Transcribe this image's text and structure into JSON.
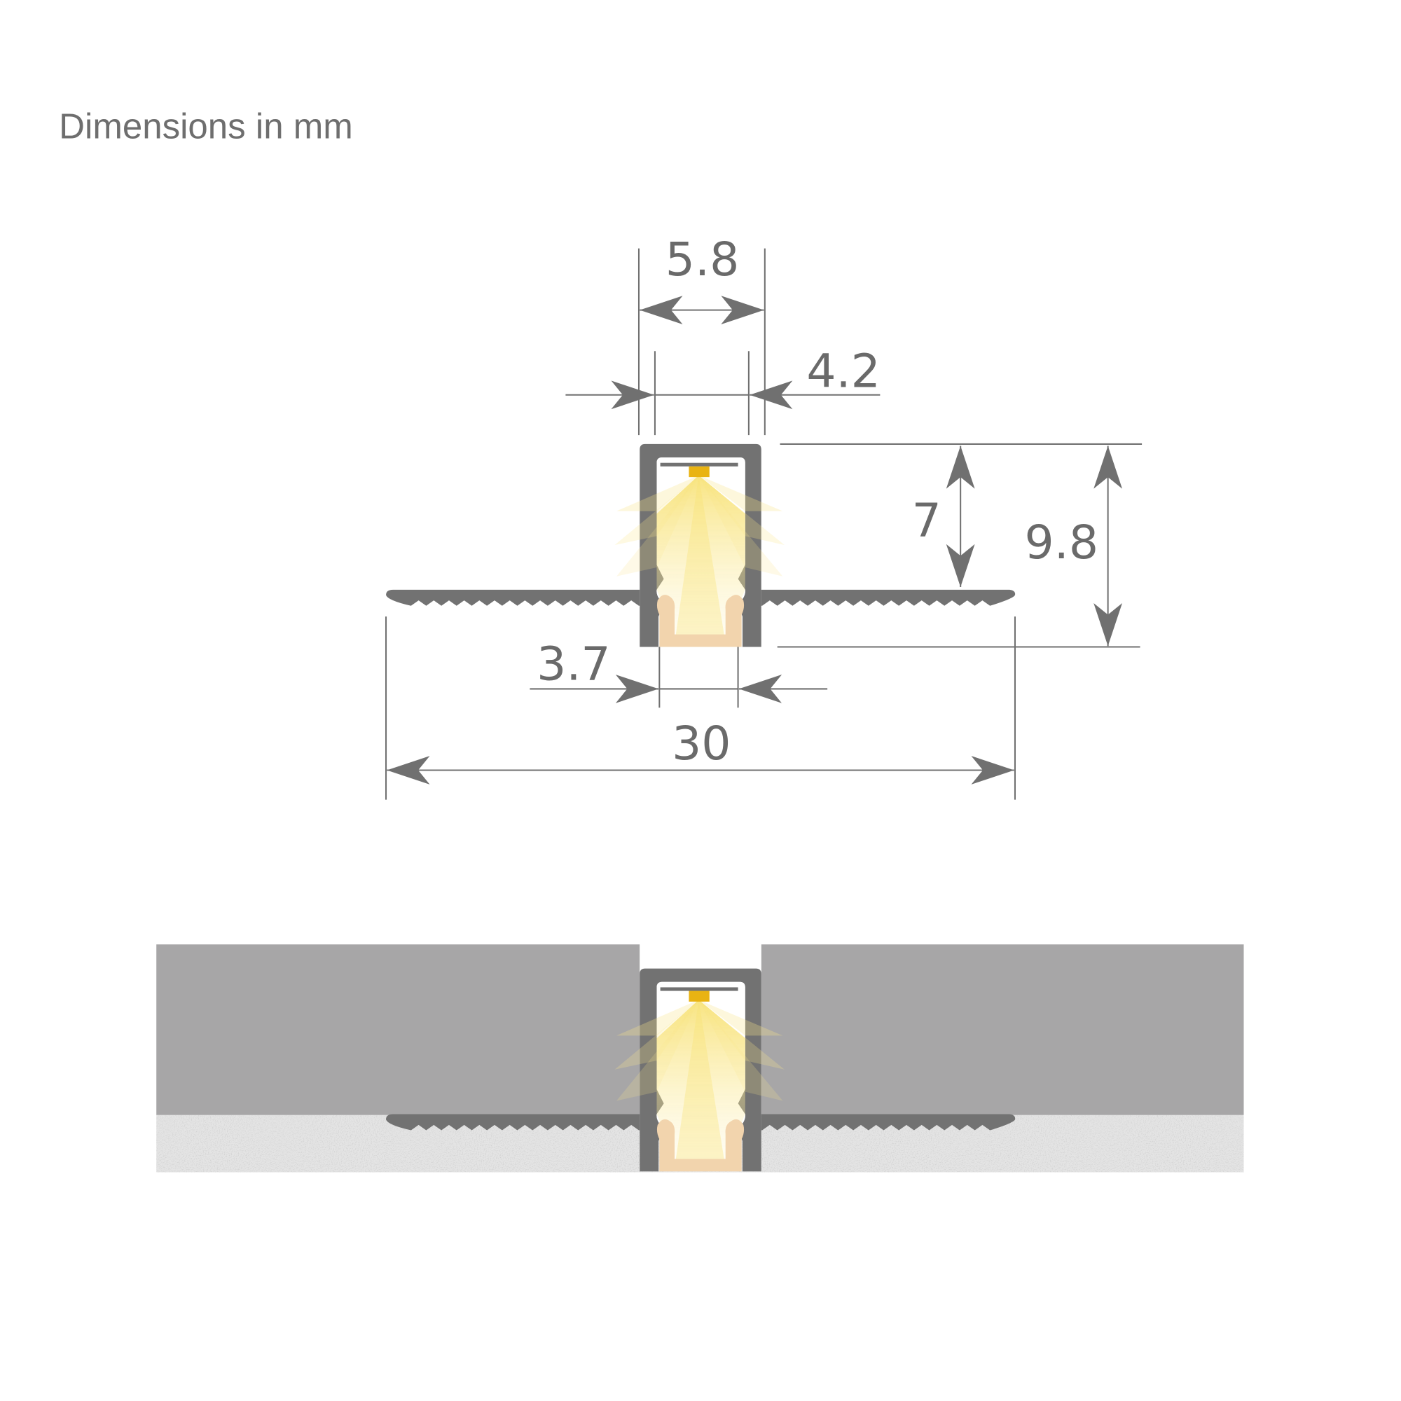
{
  "title": "Dimensions in mm",
  "dimensions": {
    "outer_width": "5.8",
    "inner_width": "4.2",
    "inner_depth": "7",
    "total_height": "9.8",
    "diffuser_width": "3.7",
    "flange_width": "30"
  },
  "colors": {
    "profile": "#727272",
    "dimension_line": "#707070",
    "led": "#e9b312",
    "light": "#f7e27a",
    "diffuser": "#f2d4ad",
    "wall": "#a7a6a7",
    "plaster": "#e4e4e4"
  }
}
